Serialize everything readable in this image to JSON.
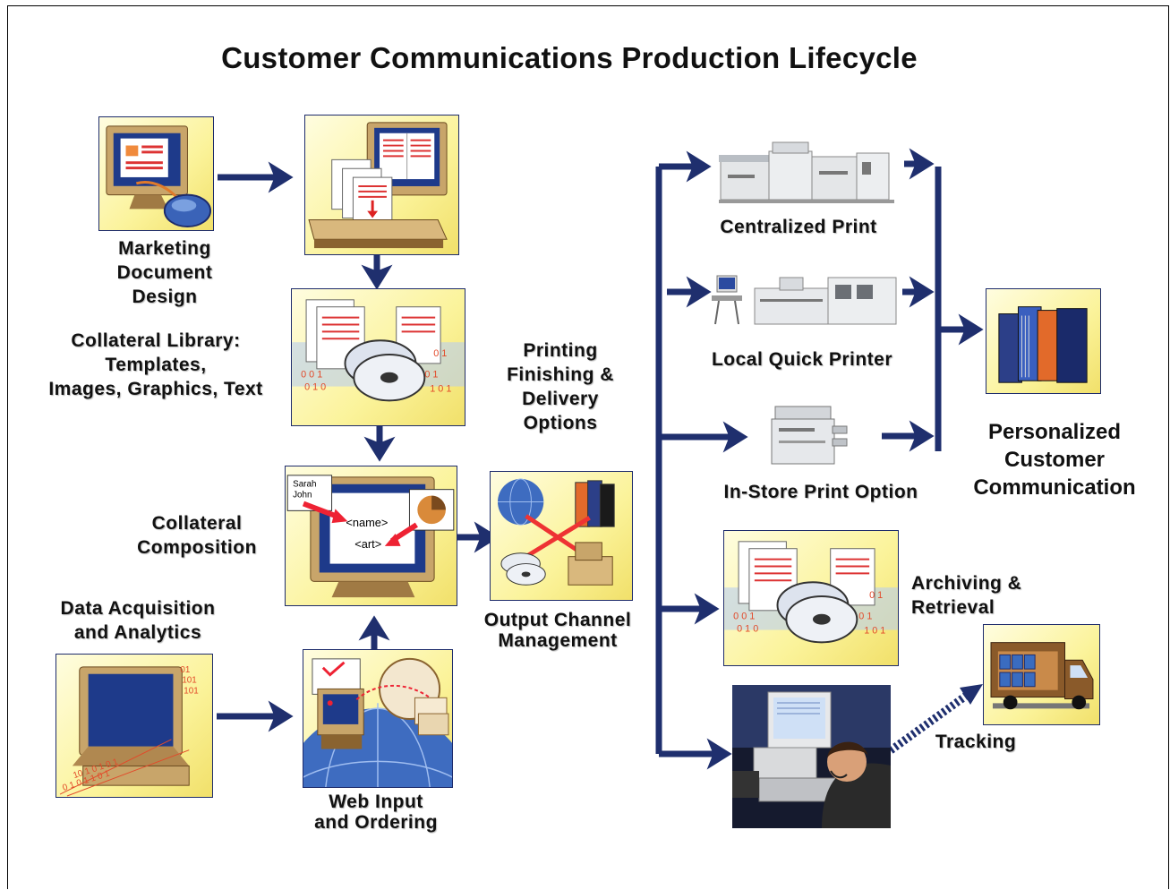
{
  "title": "Customer Communications Production Lifecycle",
  "nodes": {
    "marketing_design": {
      "lines": [
        "Marketing",
        "Document",
        "Design"
      ]
    },
    "collateral_library": {
      "lines": [
        "Collateral Library:",
        "Templates,",
        "Images, Graphics, Text"
      ]
    },
    "collateral_composition": {
      "lines": [
        "Collateral",
        "Composition"
      ]
    },
    "data_acquisition": {
      "lines": [
        "Data Acquisition",
        "and Analytics"
      ]
    },
    "web_input": {
      "lines": [
        "Web Input",
        "and Ordering"
      ]
    },
    "printing_options": {
      "lines": [
        "Printing",
        "Finishing &",
        "Delivery",
        "Options"
      ]
    },
    "output_channel": {
      "lines": [
        "Output Channel",
        "Management"
      ]
    },
    "centralized_print": {
      "label": "Centralized Print"
    },
    "local_quick_printer": {
      "label": "Local Quick Printer"
    },
    "in_store_print": {
      "label": "In-Store Print Option"
    },
    "archiving": {
      "lines": [
        "Archiving &",
        "Retrieval"
      ]
    },
    "tracking": {
      "label": "Tracking"
    },
    "personalized": {
      "lines": [
        "Personalized",
        "Customer",
        "Communication"
      ]
    }
  },
  "composition_screen": {
    "names": [
      "Sarah",
      "John"
    ],
    "fields": [
      "<name>",
      "<art>"
    ]
  },
  "colors": {
    "arrow": "#1f2f6e",
    "panel_bg": "#fbf39a",
    "panel_border": "#1d2b6b"
  }
}
